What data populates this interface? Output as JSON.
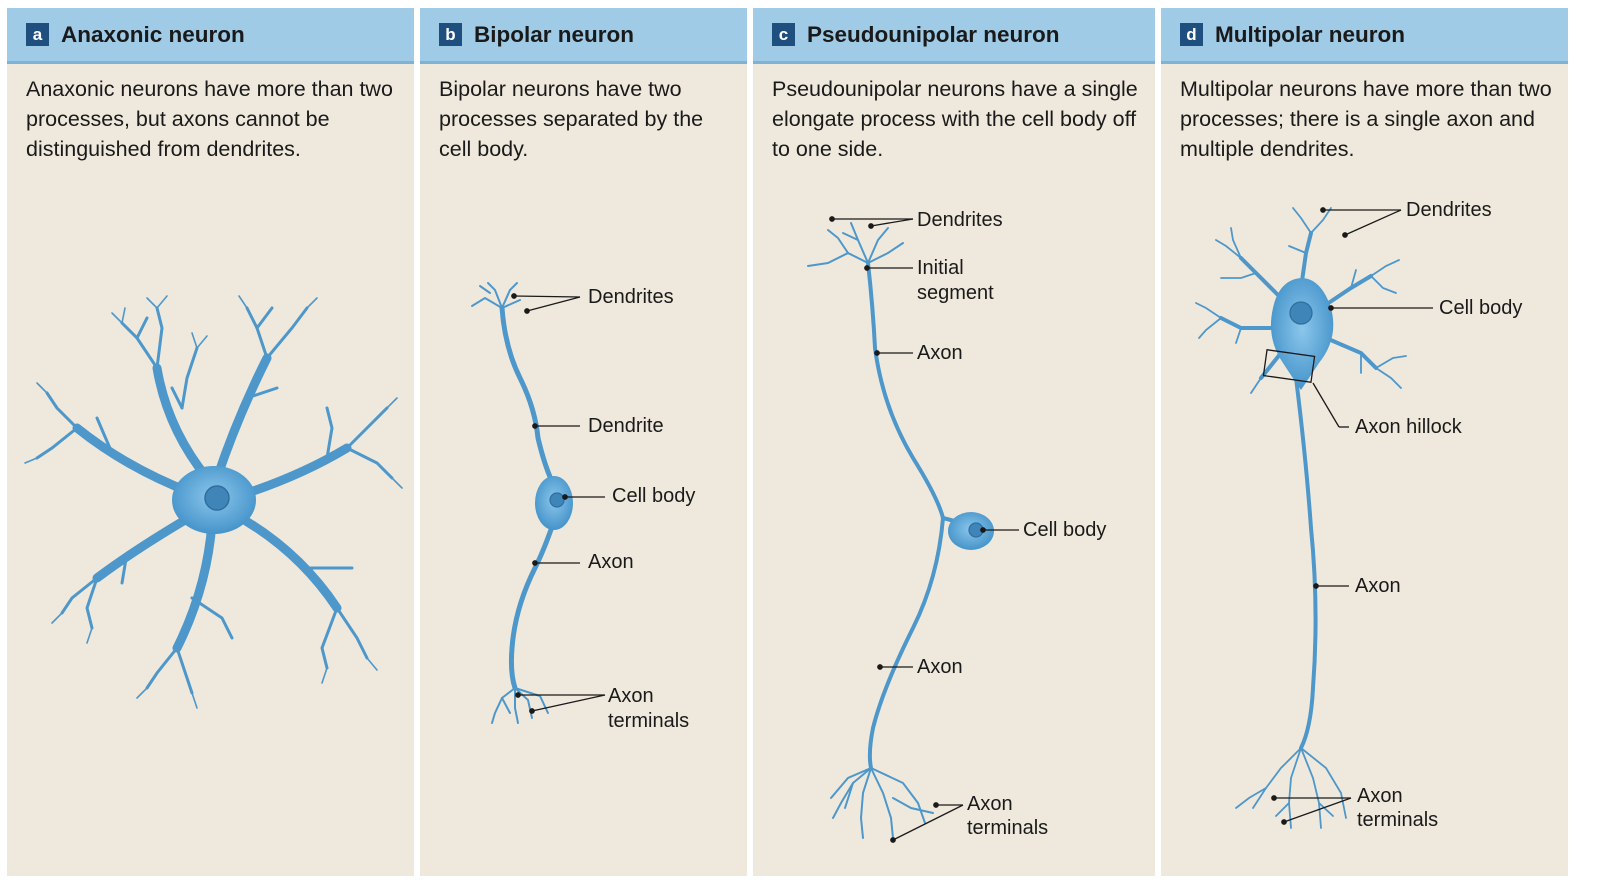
{
  "panels": [
    {
      "letter": "a",
      "title": "Anaxonic neuron",
      "description": "Anaxonic neurons have more than two processes, but axons cannot be distinguished from dendrites.",
      "labels": {}
    },
    {
      "letter": "b",
      "title": "Bipolar neuron",
      "description": "Bipolar neurons have two processes separated by the cell body.",
      "labels": {
        "dendrites": "Dendrites",
        "dendrite": "Dendrite",
        "cell_body": "Cell body",
        "axon": "Axon",
        "axon_terminals_1": "Axon",
        "axon_terminals_2": "terminals"
      }
    },
    {
      "letter": "c",
      "title": "Pseudounipolar neuron",
      "description": "Pseudounipolar neurons have a single elongate process with the cell body off to one side.",
      "labels": {
        "dendrites": "Dendrites",
        "initial_segment_1": "Initial",
        "initial_segment_2": "segment",
        "axon_upper": "Axon",
        "cell_body": "Cell body",
        "axon_lower": "Axon",
        "axon_terminals_1": "Axon",
        "axon_terminals_2": "terminals"
      }
    },
    {
      "letter": "d",
      "title": "Multipolar neuron",
      "description": "Multipolar neurons have more than two processes; there is a single axon and multiple dendrites.",
      "labels": {
        "dendrites": "Dendrites",
        "cell_body": "Cell body",
        "axon_hillock": "Axon hillock",
        "axon": "Axon",
        "axon_terminals_1": "Axon",
        "axon_terminals_2": "terminals"
      }
    }
  ],
  "colors": {
    "panel_bg": "#efe9dd",
    "header_bg": "#9fcbe7",
    "letter_badge": "#1f4f7f",
    "neuron_fill": "#5ba6d6",
    "neuron_stroke": "#3e86bd"
  }
}
